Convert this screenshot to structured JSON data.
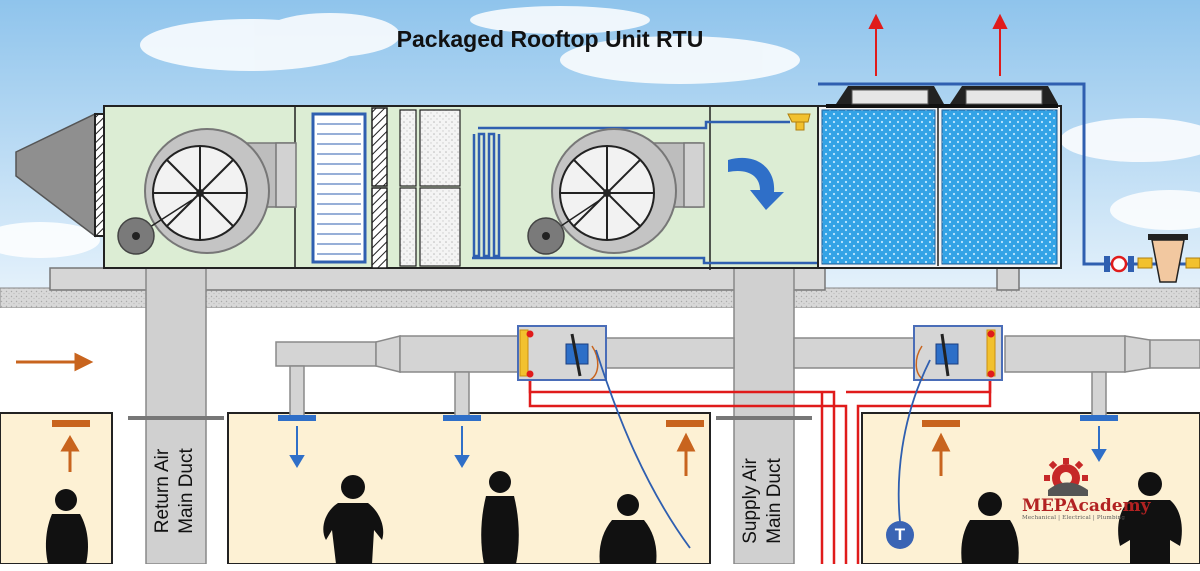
{
  "diagram": {
    "title": "Packaged Rooftop Unit RTU",
    "labels": {
      "return_duct_line1": "Return Air",
      "return_duct_line2": "Main Duct",
      "supply_duct_line1": "Supply Air",
      "supply_duct_line2": "Main Duct",
      "thermostat": "T"
    },
    "logo": {
      "name": "MEPAcademy",
      "tagline": "Mechanical | Electrical | Plumbing"
    },
    "colors": {
      "sky": "#bcdcf2",
      "unit_body": "#dcedd4",
      "room": "#fdf1d4",
      "duct": "#d0d0d0",
      "refrigerant_line": "#2f5fb0",
      "control_wire": "#e01b1b",
      "return_arrow": "#c8641e",
      "supply_arrow": "#2f6fc8",
      "condenser": "#3aa6e6"
    }
  }
}
